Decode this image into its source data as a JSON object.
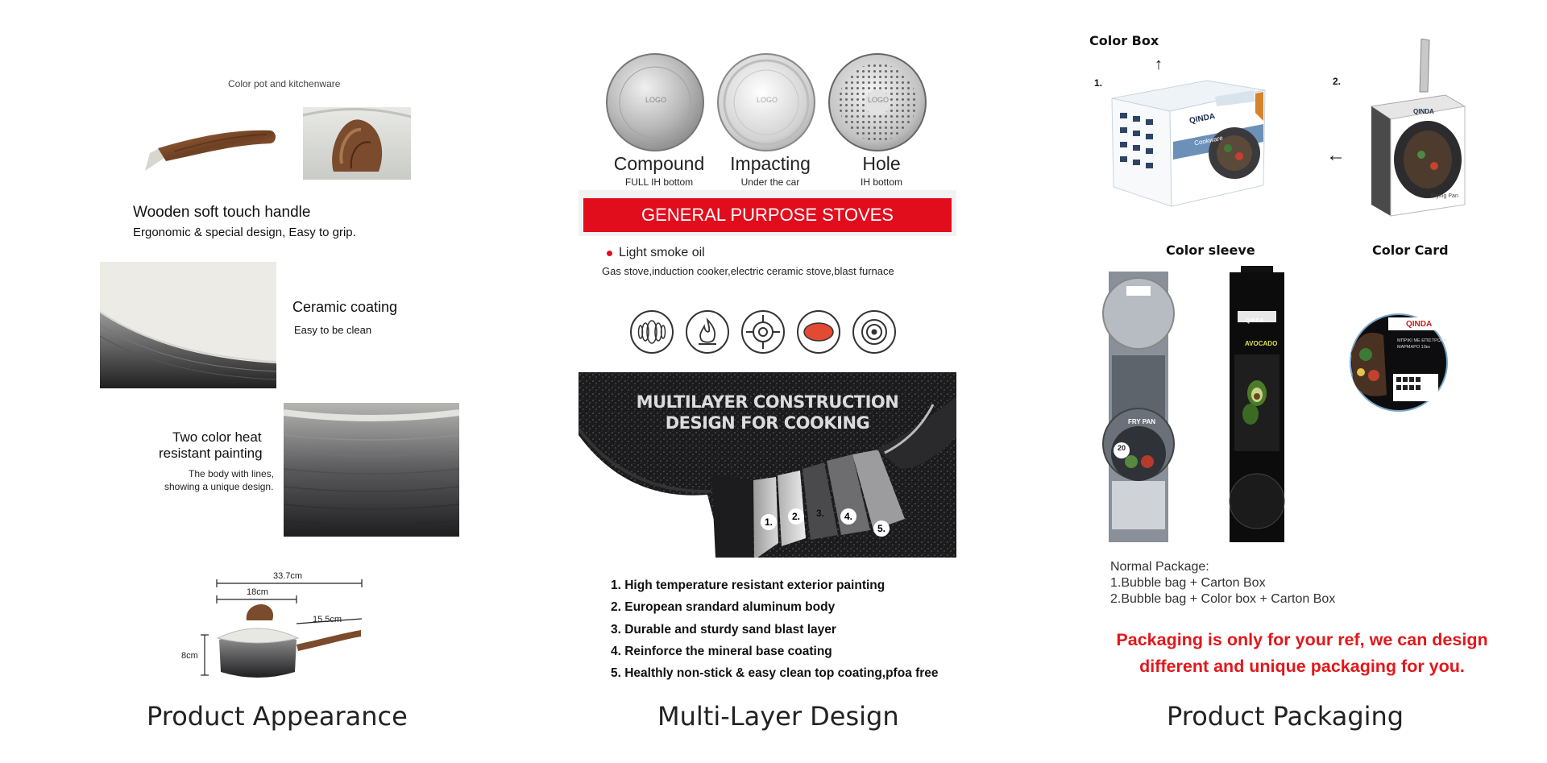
{
  "columns": {
    "appearance_title": "Product Appearance",
    "multilayer_title": "Multi-Layer Design",
    "packaging_title": "Product Packaging"
  },
  "appearance": {
    "top_caption": "Color pot and kitchenware",
    "handle_title": "Wooden soft touch handle",
    "handle_desc": "Ergonomic & special design,   Easy to grip.",
    "coating_title": "Ceramic coating",
    "coating_desc": "Easy to be clean",
    "painting_title_1": "Two color heat",
    "painting_title_2": "resistant painting",
    "painting_desc_1": "The body with lines,",
    "painting_desc_2": "showing a unique design.",
    "dim_total": "33.7cm",
    "dim_pot": "18cm",
    "dim_handle": "15.5cm",
    "dim_height": "8cm"
  },
  "multilayer": {
    "discs": [
      {
        "name": "Compound",
        "sub": "FULL IH bottom",
        "logo": "LOGO"
      },
      {
        "name": "Impacting",
        "sub": "Under the car",
        "logo": "LOGO"
      },
      {
        "name": "Hole",
        "sub": "IH bottom",
        "logo": "LOGO"
      }
    ],
    "banner": "GENERAL PURPOSE STOVES",
    "oil_label": "Light smoke oil",
    "stoves_text": "Gas stove,induction cooker,electric ceramic stove,blast furnace",
    "stove_icons": [
      "coil-stove-icon",
      "flame-icon",
      "gas-burner-icon",
      "hot-plate-icon",
      "induction-icon"
    ],
    "construction_title_1": "MULTILAYER CONSTRUCTION",
    "construction_title_2": "DESIGN FOR COOKING",
    "layer_numbers": [
      "1.",
      "2.",
      "3.",
      "4.",
      "5."
    ],
    "layers": [
      "1. High temperature resistant exterior painting",
      "2. European srandard aluminum body",
      "3. Durable and sturdy sand blast layer",
      "4. Reinforce the mineral base coating",
      "5. Healthly non-stick & easy clean top coating,pfoa free"
    ]
  },
  "packaging": {
    "color_box": "Color Box",
    "color_sleeve": "Color sleeve",
    "color_card": "Color Card",
    "num_1": "1.",
    "num_2": "2.",
    "brand": "QINDA",
    "box_cookware": "Cookware",
    "box_product": "Frying Pan",
    "sleeve_fry_pan": "FRY PAN",
    "sleeve_size": "20",
    "sleeve_avocado": "AVOCADO",
    "card_line_1": "ΜΠΡΙΚΙ ΜΕ ΕΠΙΣΤΡΩΣΗ",
    "card_line_2": "ΜΑΡΜΑΡΟ 10εκ",
    "normal_title": "Normal Package:",
    "normal_1": "1.Bubble bag + Carton Box",
    "normal_2": "2.Bubble bag + Color box + Carton Box",
    "note_1": "Packaging is only for your ref, we can design",
    "note_2": "different and unique packaging for you."
  },
  "colors": {
    "banner_red": "#e10d1d",
    "note_red": "#e3171b",
    "pan_black": "#1c1c1f",
    "wood": "#7a4a2a"
  }
}
